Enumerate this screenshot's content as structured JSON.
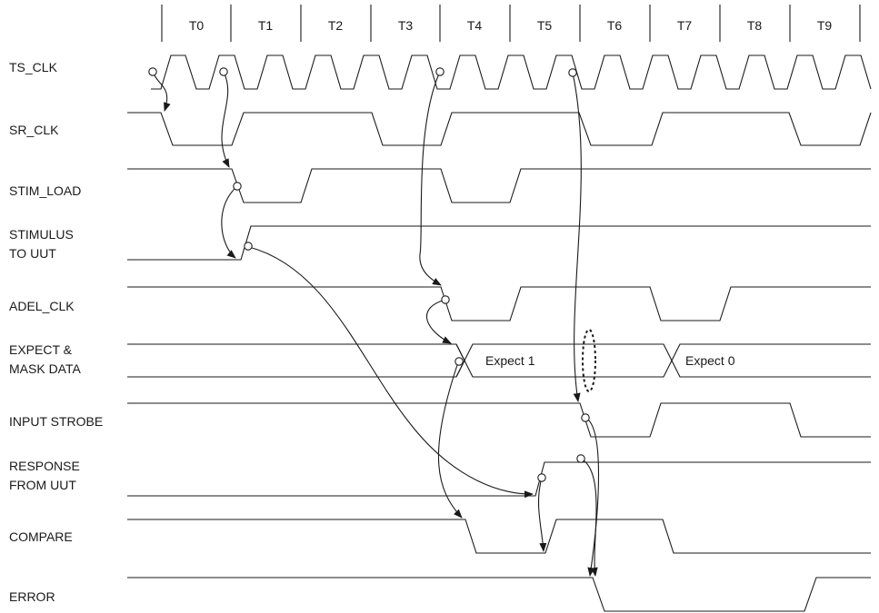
{
  "periods": [
    "T0",
    "T1",
    "T2",
    "T3",
    "T4",
    "T5",
    "T6",
    "T7",
    "T8",
    "T9"
  ],
  "signals": [
    {
      "id": "ts_clk",
      "lines": [
        "TS_CLK"
      ]
    },
    {
      "id": "sr_clk",
      "lines": [
        "SR_CLK"
      ]
    },
    {
      "id": "stim_load",
      "lines": [
        "STIM_LOAD"
      ]
    },
    {
      "id": "stimulus",
      "lines": [
        "STIMULUS",
        "TO UUT"
      ]
    },
    {
      "id": "adel_clk",
      "lines": [
        "ADEL_CLK"
      ]
    },
    {
      "id": "expect",
      "lines": [
        "EXPECT &",
        "MASK DATA"
      ]
    },
    {
      "id": "strobe",
      "lines": [
        "INPUT STROBE"
      ]
    },
    {
      "id": "response",
      "lines": [
        "RESPONSE",
        "FROM UUT"
      ]
    },
    {
      "id": "compare",
      "lines": [
        "COMPARE"
      ]
    },
    {
      "id": "error",
      "lines": [
        "ERROR"
      ]
    }
  ],
  "bus_values": [
    "Expect 1",
    "Expect 0"
  ]
}
